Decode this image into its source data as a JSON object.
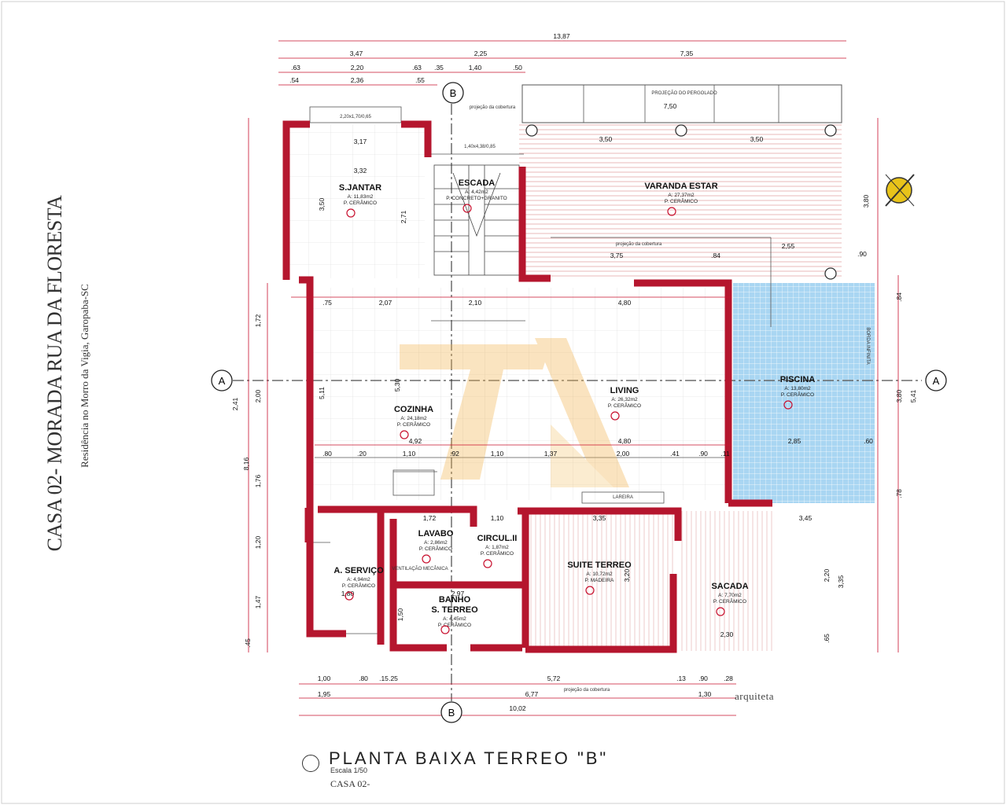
{
  "side_title": "CASA 02- MORADA RUA DA FLORESTA",
  "side_subtitle": "Residência no Morro da Vigia, Garopaba-SC",
  "title": "PLANTA BAIXA TERREO \"B\"",
  "scale": "Escala 1/50",
  "footer": "CASA 02-",
  "signature": "arquiteta",
  "colors": {
    "wall": "#b5162e",
    "dim": "#c8102e",
    "pool": "#a9d6f2",
    "deck": "#e9b7b7"
  },
  "section_markers": {
    "a_left": "A",
    "a_right": "A",
    "b_top": "B",
    "b_bottom": "B"
  },
  "top_dims": {
    "total": "13,87",
    "row2": [
      "3,47",
      "2,25",
      "7,35"
    ],
    "row3": [
      ".63",
      "2,20",
      ".63",
      ".35",
      "1,40",
      ".50"
    ],
    "row4": [
      ".54",
      "2,36",
      ".55"
    ]
  },
  "bottom_dims": {
    "row1": [
      "1,00",
      ".80",
      ".15",
      ".25",
      "5,72",
      ".13",
      ".90",
      ".28"
    ],
    "row2": [
      "1,95",
      "6,77",
      "1,30"
    ],
    "total": "10,02"
  },
  "left_dims": [
    "2,41",
    "1,72",
    "2,00",
    "8,16",
    "1,76",
    "1,20",
    "1,47",
    ".45"
  ],
  "right_dims": [
    "3,80",
    ".84",
    "3,80",
    "5,41",
    ".78",
    "2,20",
    "3,35",
    ".65"
  ],
  "interior_dims": {
    "row_a": [
      ".75",
      "2,07",
      "2,10",
      "4,80",
      ".84",
      "2,55",
      ".90"
    ],
    "row_b": [
      ".80",
      ".20",
      "1,10",
      ".92",
      "1,10",
      "1,37",
      "2,00",
      ".41",
      ".90",
      ".11"
    ],
    "misc": [
      "3,17",
      "3,32",
      "3,50",
      "2,71",
      "1,72",
      "1,10",
      "3,35",
      "3,45",
      "2,97",
      "1,50",
      "3,20",
      "7,50",
      "3,50",
      "3,50",
      "3,75",
      "4,92",
      "4,80",
      "5,11",
      "5,30",
      "2,85",
      ".60",
      "1,80",
      "2,30"
    ]
  },
  "rooms": [
    {
      "name": "S.JANTAR",
      "area": "A: 11,83m2",
      "floor": "P. CERÂMICO"
    },
    {
      "name": "ESCADA",
      "area": "A: 4,42m2",
      "floor": "P. CONCRETO+GRANITO"
    },
    {
      "name": "VARANDA ESTAR",
      "area": "A: 27,37m2",
      "floor": "P. CERÂMICO"
    },
    {
      "name": "COZINHA",
      "area": "A: 24,18m2",
      "floor": "P. CERÂMICO"
    },
    {
      "name": "LIVING",
      "area": "A: 26,32m2",
      "floor": "P. CERÂMICO"
    },
    {
      "name": "PISCINA",
      "area": "A: 13,80m2",
      "floor": "P. CERÂMICO"
    },
    {
      "name": "LAVABO",
      "area": "A: 2,86m2",
      "floor": "P. CERÂMICO"
    },
    {
      "name": "CIRCUL.II",
      "area": "A: 1,87m2",
      "floor": "P. CERÂMICO"
    },
    {
      "name": "SUITE TERREO",
      "area": "A: 10,72m2",
      "floor": "P. MADEIRA"
    },
    {
      "name": "A. SERVIÇO",
      "area": "A: 4,94m2",
      "floor": "P. CERÂMICO"
    },
    {
      "name": "BANHO S. TERREO",
      "area": "A: 4,45m2",
      "floor": "P. CERÂMICO"
    },
    {
      "name": "SACADA",
      "area": "A: 7,70m2",
      "floor": "P. CERÂMICO"
    }
  ],
  "labels": {
    "projecao_cobertura": "projeção da cobertura",
    "projecao_pergolado": "PROJEÇÃO DO PERGOLADO",
    "lareira": "LAREIRA",
    "borda_infinita": "BORDA INFINITA",
    "ventilacao": "VENTILAÇÃO MECÂNICA",
    "window_tag": "2,20x1,70/0,65",
    "stair_tag": "1,40x4,38/0,85"
  }
}
